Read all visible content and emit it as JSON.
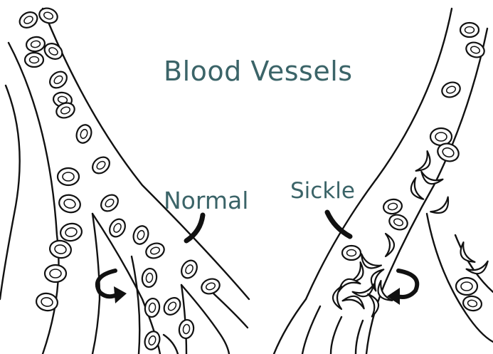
{
  "diagram": {
    "title": "Blood Vessels",
    "label_normal": "Normal",
    "label_sickle": "Sickle",
    "colors": {
      "label": "#3b6468",
      "ink": "#111111",
      "background": "#ffffff"
    },
    "icons": [
      "normal-red-blood-cell",
      "sickle-cell",
      "curved-arrow",
      "pointer-stroke"
    ]
  }
}
